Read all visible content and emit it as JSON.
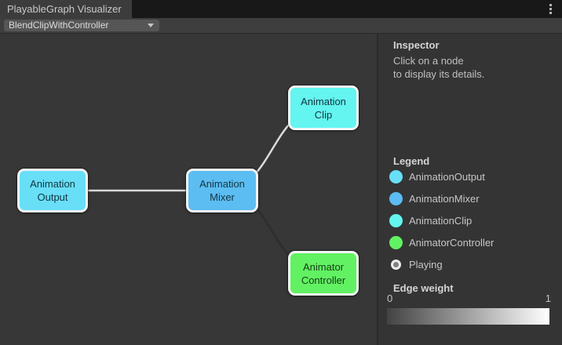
{
  "window": {
    "tab_title": "PlayableGraph Visualizer"
  },
  "toolbar": {
    "graph_dropdown": {
      "value": "BlendClipWithController"
    }
  },
  "graph": {
    "node_border_color": "#f4f4f4",
    "nodes": [
      {
        "id": "animation-output",
        "label": "Animation Output",
        "color": "#68dff7",
        "text_color": "#113540"
      },
      {
        "id": "animation-mixer",
        "label": "Animation Mixer",
        "color": "#5cbdf2",
        "text_color": "#113540"
      },
      {
        "id": "animation-clip",
        "label": "Animation Clip",
        "color": "#64f5f0",
        "text_color": "#113540"
      },
      {
        "id": "animator-controller",
        "label": "Animator Controller",
        "color": "#62f163",
        "text_color": "#174018"
      }
    ],
    "edges": [
      {
        "from": "Animation Output",
        "to": "Animation Mixer",
        "color": "#d8d8d8"
      },
      {
        "from": "Animation Mixer",
        "to": "Animation Clip",
        "color": "#dcdcdc"
      },
      {
        "from": "Animation Mixer",
        "to": "Animator Controller",
        "color": "#2d2d2d"
      }
    ]
  },
  "inspector": {
    "title": "Inspector",
    "hint_line1": "Click on a node",
    "hint_line2": "to display its details.",
    "legend": {
      "title": "Legend",
      "items": [
        {
          "label": "AnimationOutput",
          "color": "#68dff7"
        },
        {
          "label": "AnimationMixer",
          "color": "#5cbdf2"
        },
        {
          "label": "AnimationClip",
          "color": "#64f5f0"
        },
        {
          "label": "AnimatorController",
          "color": "#62f163"
        },
        {
          "label": "Playing",
          "color": "#828282",
          "ring_color": "#ededed"
        }
      ]
    },
    "edge_weight": {
      "title": "Edge weight",
      "min_label": "0",
      "max_label": "1",
      "gradient_start": "#434343",
      "gradient_end": "#ffffff"
    }
  }
}
